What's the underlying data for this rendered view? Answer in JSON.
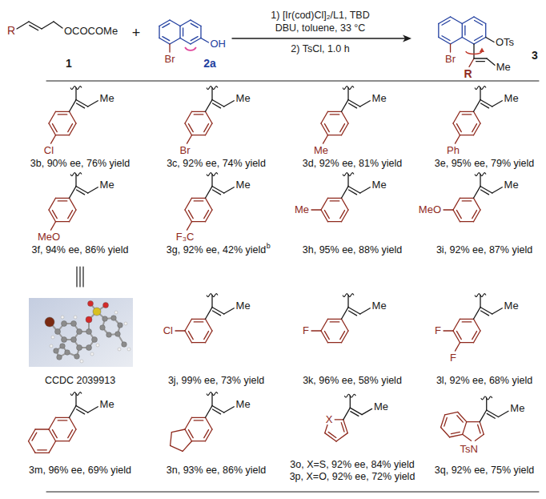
{
  "diagram": {
    "labels": [
      "R",
      "OCOCOMe",
      "1",
      "+",
      "Br",
      "OH",
      "2a",
      "1) [Ir(cod)Cl]₂/L1, TBD",
      "DBU, toluene, 33 °C",
      "2) TsCl, 1.0 h",
      "OTs",
      "Br",
      "R",
      "Me",
      "3",
      "Me",
      "Cl",
      "3b, 90% ee, 76% yield",
      "Me",
      "Br",
      "3c, 92% ee, 74% yield",
      "Me",
      "Me",
      "3d, 92% ee, 81% yield",
      "Me",
      "Ph",
      "3e, 95% ee, 79% yield",
      "Me",
      "MeO",
      "3f, 94% ee, 86% yield",
      "Me",
      "F₃C",
      "3g, 92% ee, 42% yield",
      "b",
      "Me",
      "Me",
      "3h, 95% ee, 88% yield",
      "Me",
      "MeO",
      "3i, 92% ee, 87% yield",
      "CCDC 2039913",
      "Me",
      "Cl",
      "3j, 99% ee, 73% yield",
      "Me",
      "F",
      "3k, 96% ee, 58% yield",
      "Me",
      "F",
      "F",
      "3l, 92% ee, 68% yield",
      "Me",
      "3m, 96% ee, 69% yield",
      "Me",
      "3n, 93% ee, 86% yield",
      "Me",
      "X",
      "3o, X=S, 92% ee, 84% yield",
      "3p, X=O, 92% ee, 72% yield",
      "Me",
      "TsN",
      "3q, 92% ee, 75% yield"
    ]
  }
}
